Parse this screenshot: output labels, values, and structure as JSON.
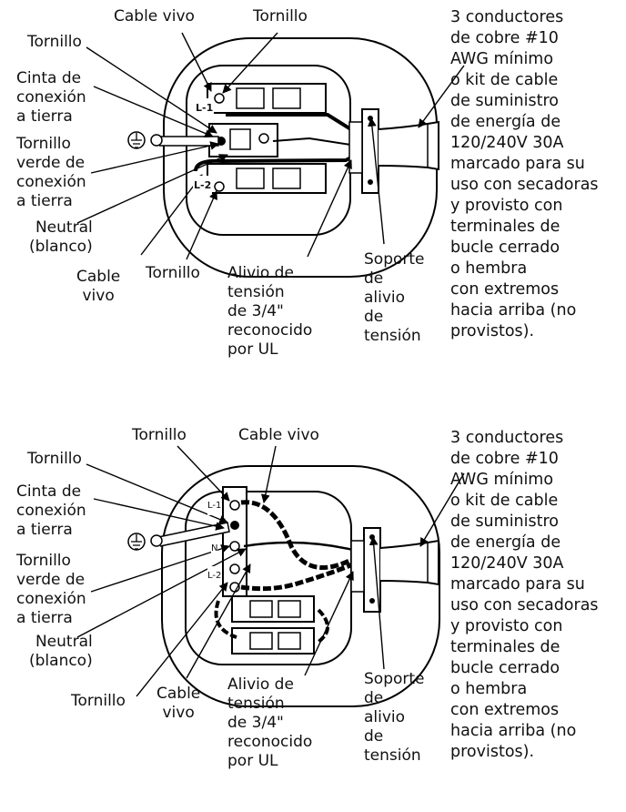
{
  "diagram1": {
    "labels": {
      "cable_vivo_top": "Cable vivo",
      "tornillo_top": "Tornillo",
      "tornillo_left": "Tornillo",
      "cinta": [
        "Cinta de",
        "conexión",
        "a tierra"
      ],
      "tornillo_verde": [
        "Tornillo",
        "verde de",
        "conexión",
        "a tierra"
      ],
      "neutral": [
        "Neutral",
        "(blanco)"
      ],
      "cable_vivo_bottom": [
        "Cable",
        "vivo"
      ],
      "tornillo_bottom": "Tornillo",
      "alivio": [
        "Alivio de",
        "tensión",
        "de 3/4\"",
        "reconocido",
        "por UL"
      ],
      "soporte": [
        "Soporte",
        "de",
        "alivio",
        "de",
        "tensión"
      ]
    },
    "terminal_tags": [
      "L-1",
      "L-2"
    ],
    "side_text": [
      "3 conductores",
      "de cobre #10",
      "AWG mínimo",
      "o kit de cable",
      "de suministro",
      "de energía de",
      "120/240V 30A",
      "marcado para su",
      "uso con secadoras",
      "y provisto con",
      "terminales de",
      "bucle cerrado",
      "o hembra",
      "con extremos",
      "hacia arriba (no",
      "provistos)."
    ]
  },
  "diagram2": {
    "labels": {
      "tornillo_top": "Tornillo",
      "cable_vivo_top": "Cable vivo",
      "tornillo_left": "Tornillo",
      "cinta": [
        "Cinta de",
        "conexión",
        "a tierra"
      ],
      "tornillo_verde": [
        "Tornillo",
        "verde de",
        "conexión",
        "a tierra"
      ],
      "neutral": [
        "Neutral",
        "(blanco)"
      ],
      "tornillo_bottom": "Tornillo",
      "cable_vivo_bottom": [
        "Cable",
        "vivo"
      ],
      "alivio": [
        "Alivio de",
        "tensión",
        "de 3/4\"",
        "reconocido",
        "por UL"
      ],
      "soporte": [
        "Soporte",
        "de",
        "alivio",
        "de",
        "tensión"
      ]
    },
    "terminal_tags": [
      "L-1",
      "N",
      "L-2"
    ],
    "side_text": [
      "3 conductores",
      "de cobre #10",
      "AWG mínimo",
      "o kit de cable",
      "de suministro",
      "de energía de",
      "120/240V 30A",
      "marcado para su",
      "uso con secadoras",
      "y provisto con",
      "terminales de",
      "bucle cerrado",
      "o hembra",
      "con extremos",
      "hacia arriba (no",
      "provistos)."
    ]
  }
}
